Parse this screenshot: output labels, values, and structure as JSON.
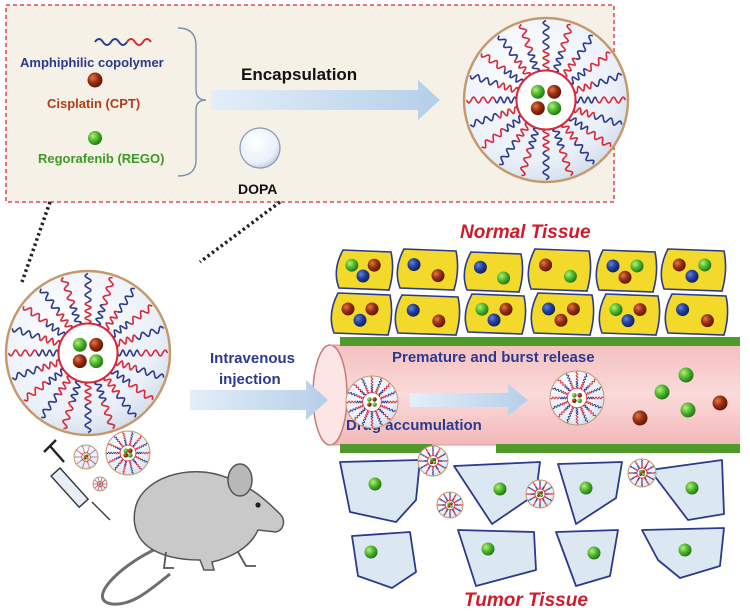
{
  "legend": {
    "copolymer_label": "Amphiphilic copolymer",
    "cisplatin_label": "Cisplatin (CPT)",
    "regorafenib_label": "Regorafenib (REGO)",
    "dopa_label": "DOPA",
    "encapsulation_label": "Encapsulation"
  },
  "tissue": {
    "normal_title": "Normal Tissue",
    "tumor_title": "Tumor Tissue"
  },
  "vessel": {
    "premature_label": "Premature and burst release",
    "accumulation_label": "Drug accumulation"
  },
  "injection": {
    "label_line1": "Intravenous",
    "label_line2": "injection"
  },
  "colors": {
    "copolymer_blue": "#2b3a8c",
    "copolymer_red": "#d8283a",
    "cisplatin": "#8b2a10",
    "regorafenib": "#4aa830",
    "normal_cell_fill": "#f2d92a",
    "tumor_cell_fill": "#dbe8f2",
    "vessel_fill": "#f6c6c6",
    "vessel_wall": "#4f9a2a",
    "title_red": "#d11a2a",
    "label_blue": "#2b3a8c"
  }
}
